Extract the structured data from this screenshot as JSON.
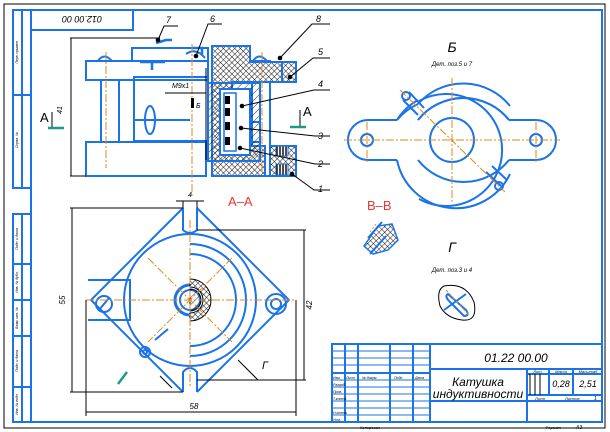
{
  "drawing": {
    "title": "Катушка индуктивности",
    "title_line1": "Катушка",
    "title_line2": "индуктивности",
    "designation": "01.22 00.00",
    "designation_rotated": "012.00 00",
    "mass": "0,28",
    "scale": "2,51",
    "sheet_label": "Лист",
    "sheets_label": "Листов",
    "sheets_value": "1",
    "lit_label": "Лит.",
    "mass_label": "Масса",
    "scale_label": "Масштаб",
    "copied_label": "Копировал",
    "format_label": "Формат",
    "format_value": "А3"
  },
  "title_block": {
    "header_cols": [
      "Изм.",
      "Лист",
      "№ докум.",
      "Подп.",
      "Дата"
    ],
    "row_labels": [
      "Разраб.",
      "Пров.",
      "Т.контр.",
      "",
      "Н.контр.",
      "Утв."
    ]
  },
  "side_stamp": {
    "top_labels": [
      "Перв. примен.",
      "Справ. №"
    ],
    "bottom_labels": [
      "Подп. и дата",
      "Инв. № дубл.",
      "Взам. инв. №",
      "Подп. и дата",
      "Инв. № подл."
    ]
  },
  "views": {
    "section_aa_label": "А–А",
    "section_vv_label": "В–В",
    "view_b_label": "Б",
    "view_b_caption": "Дет. поз.5 и 7",
    "view_g_label": "Г",
    "view_g_caption": "Дет. поз.3 и 4",
    "cut_a_letter": "А",
    "view_g_arrow_letter": "Г",
    "view_b_arrow_letter": "Б"
  },
  "callouts": [
    "1",
    "2",
    "3",
    "4",
    "5",
    "6",
    "7",
    "8"
  ],
  "dimensions": {
    "height_front": "41",
    "thread": "М9х1",
    "slot_width": "4",
    "height_plan": "55",
    "width_plan": "58",
    "hole_spacing": "42"
  },
  "colors": {
    "outline": "#1a73e8",
    "axis": "#e08a1e",
    "section_label": "#e53935",
    "cut_marker": "#1e9a8a",
    "dimension": "#000000"
  }
}
